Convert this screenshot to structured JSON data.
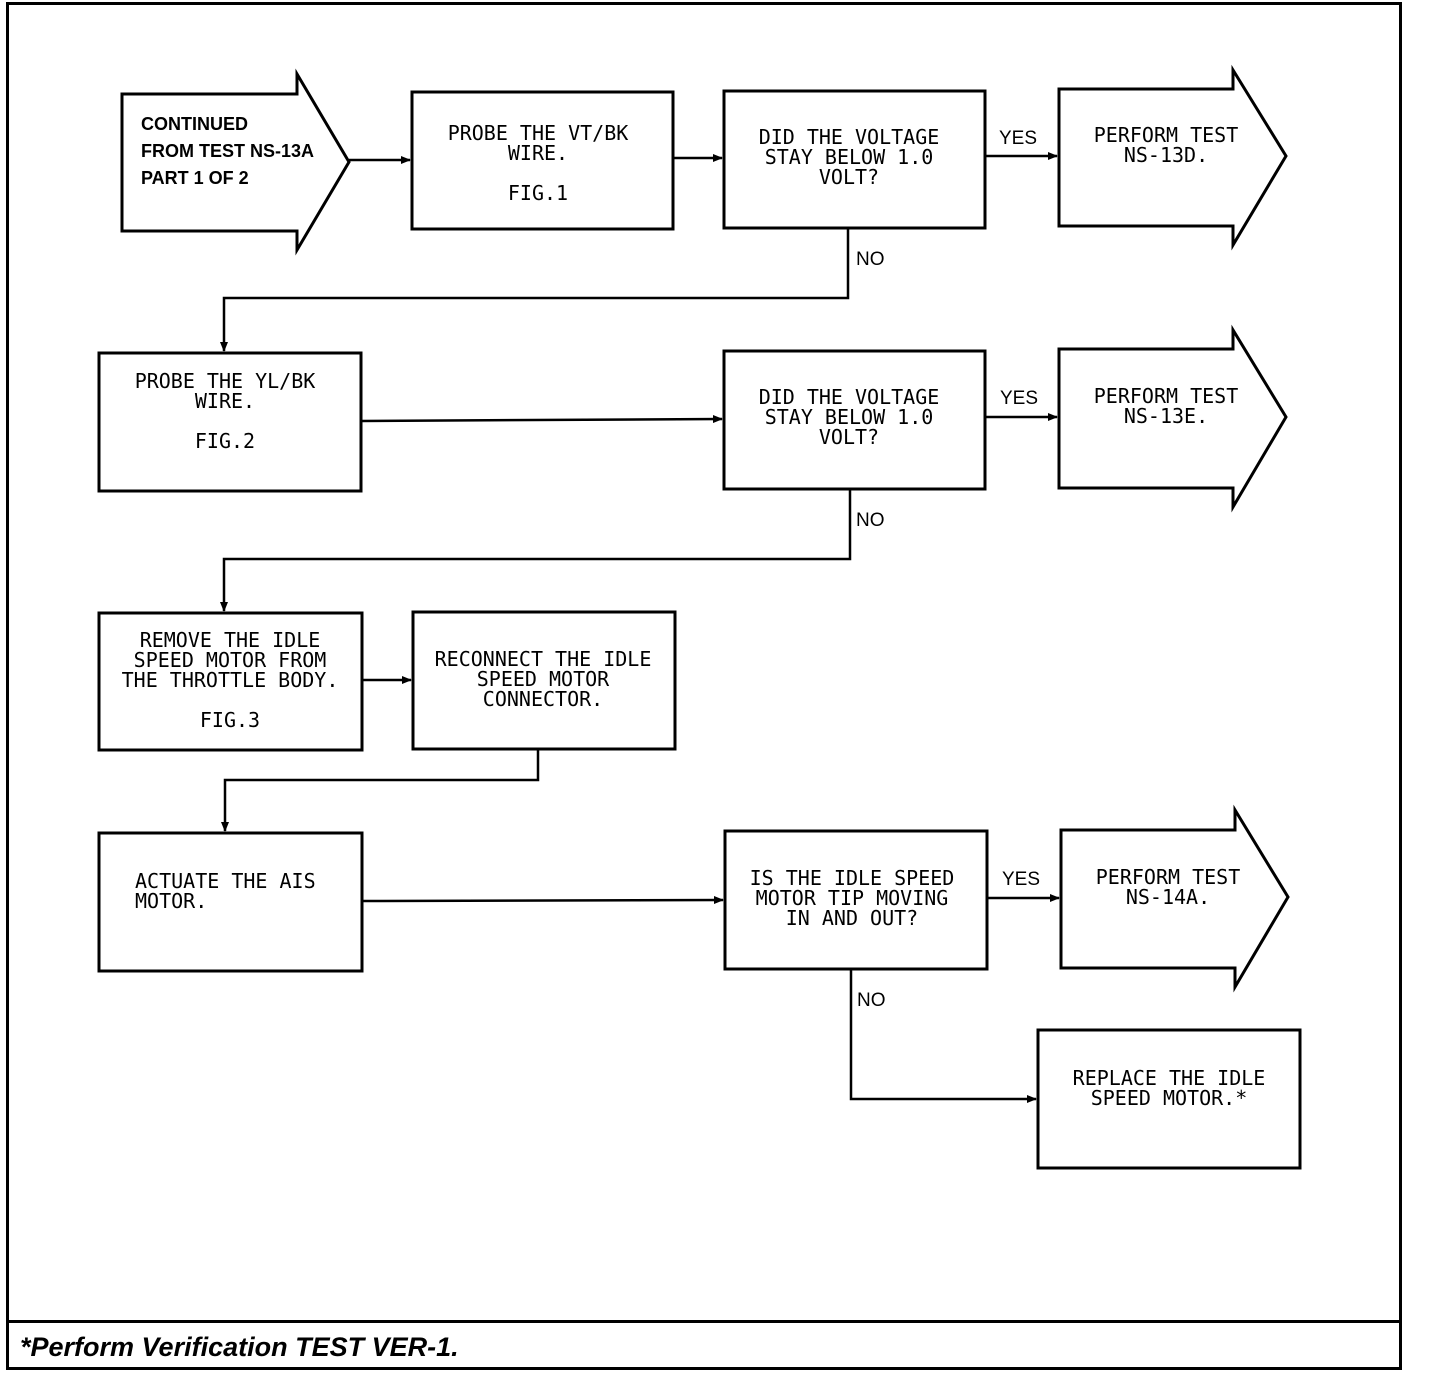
{
  "start": {
    "lines": [
      "CONTINUED",
      "FROM TEST NS-13A",
      "PART 1 OF 2"
    ]
  },
  "steps": {
    "probe_vt": {
      "lines": [
        "PROBE THE VT/BK",
        "WIRE.",
        "",
        "FIG.1"
      ]
    },
    "q1": {
      "lines": [
        "DID THE VOLTAGE",
        "STAY BELOW 1.0",
        "VOLT?"
      ]
    },
    "end_13d": {
      "lines": [
        "PERFORM TEST",
        "NS-13D."
      ]
    },
    "probe_yl": {
      "lines": [
        "PROBE THE YL/BK",
        "WIRE.",
        "",
        "FIG.2"
      ]
    },
    "q2": {
      "lines": [
        "DID THE VOLTAGE",
        "STAY BELOW 1.0",
        "VOLT?"
      ]
    },
    "end_13e": {
      "lines": [
        "PERFORM TEST",
        "NS-13E."
      ]
    },
    "remove": {
      "lines": [
        "REMOVE THE IDLE",
        "SPEED MOTOR FROM",
        "THE THROTTLE BODY.",
        "",
        "FIG.3"
      ]
    },
    "reconnect": {
      "lines": [
        "RECONNECT THE IDLE",
        "SPEED MOTOR",
        "CONNECTOR."
      ]
    },
    "actuate": {
      "lines": [
        "ACTUATE THE AIS",
        "MOTOR."
      ]
    },
    "q3": {
      "lines": [
        "IS THE IDLE SPEED",
        "MOTOR TIP MOVING",
        "IN AND OUT?"
      ]
    },
    "end_14a": {
      "lines": [
        "PERFORM TEST",
        "NS-14A."
      ]
    },
    "replace": {
      "lines": [
        "REPLACE THE IDLE",
        "SPEED MOTOR.*"
      ]
    }
  },
  "labels": {
    "yes1": "YES",
    "no1": "NO",
    "yes2": "YES",
    "no2": "NO",
    "yes3": "YES",
    "no3": "NO"
  },
  "footer": "*Perform Verification TEST VER-1."
}
